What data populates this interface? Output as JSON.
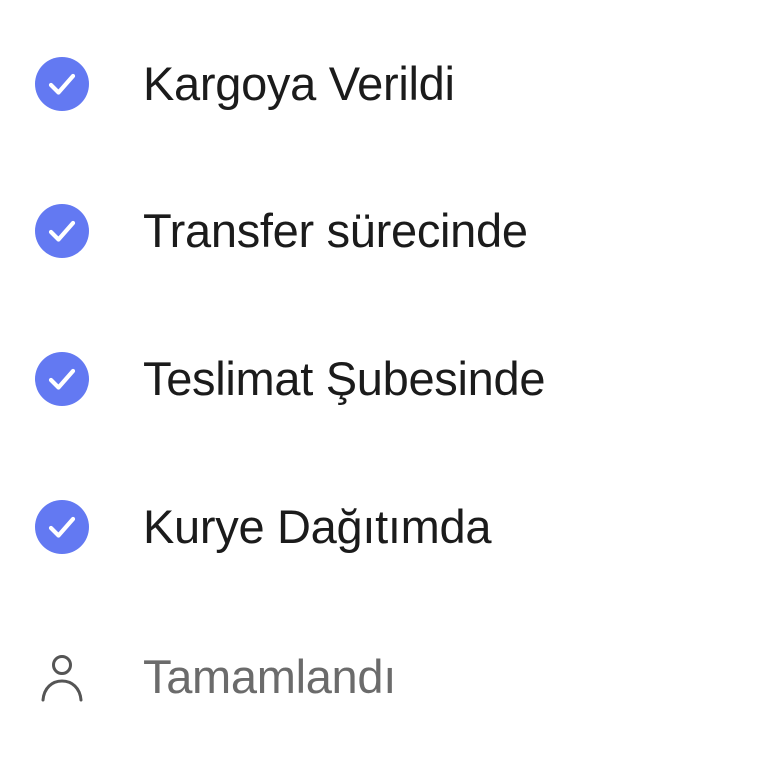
{
  "colors": {
    "completed_icon": "#6379f2",
    "completed_text": "#1b1b1b",
    "pending_text": "#6b6b6b"
  },
  "steps": [
    {
      "label": "Kargoya Verildi",
      "status": "completed",
      "icon": "check-circle-icon"
    },
    {
      "label": "Transfer sürecinde",
      "status": "completed",
      "icon": "check-circle-icon"
    },
    {
      "label": "Teslimat Şubesinde",
      "status": "completed",
      "icon": "check-circle-icon"
    },
    {
      "label": "Kurye Dağıtımda",
      "status": "completed",
      "icon": "check-circle-icon"
    },
    {
      "label": "Tamamlandı",
      "status": "pending",
      "icon": "user-icon"
    }
  ]
}
